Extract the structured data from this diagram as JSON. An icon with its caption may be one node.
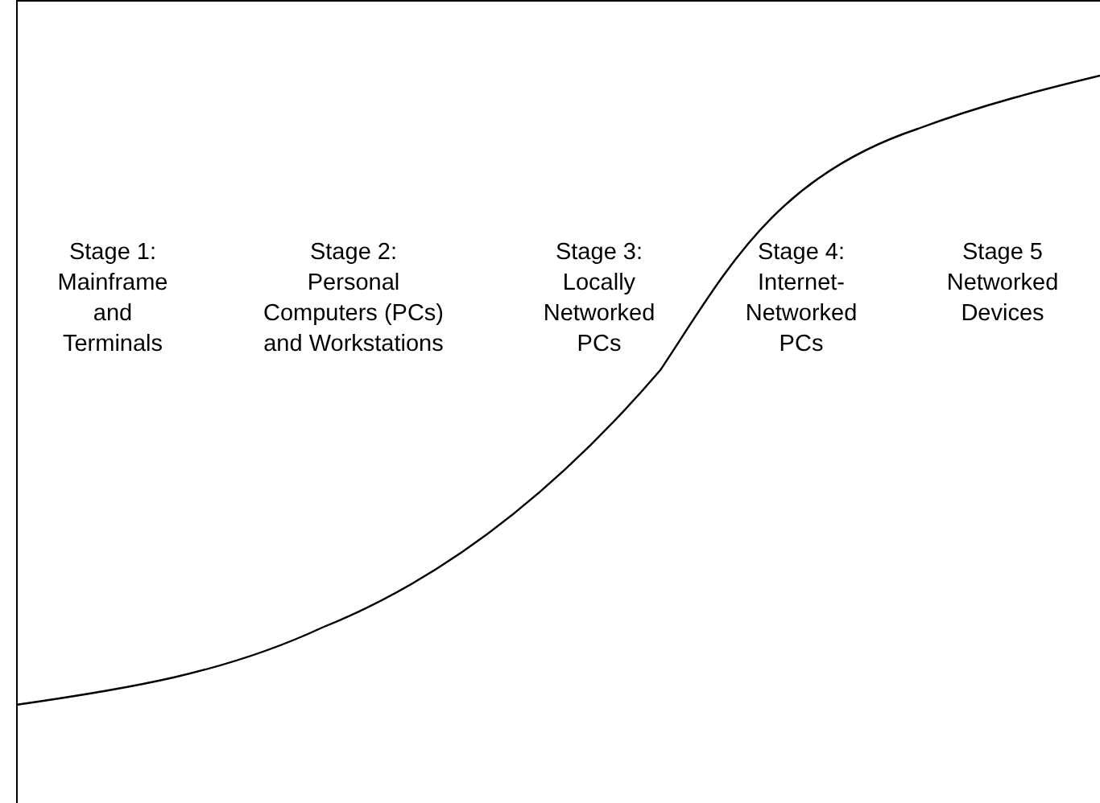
{
  "diagram": {
    "labels": [
      "Stage 1: Mainframe and Terminals",
      "Stage 2: Personal Computers (PCs) and Workstations",
      "Stage 3: Locally Networked PCs",
      "Stage 4: Internet-Networked PCs",
      "Stage 5 Networked Devices"
    ]
  }
}
